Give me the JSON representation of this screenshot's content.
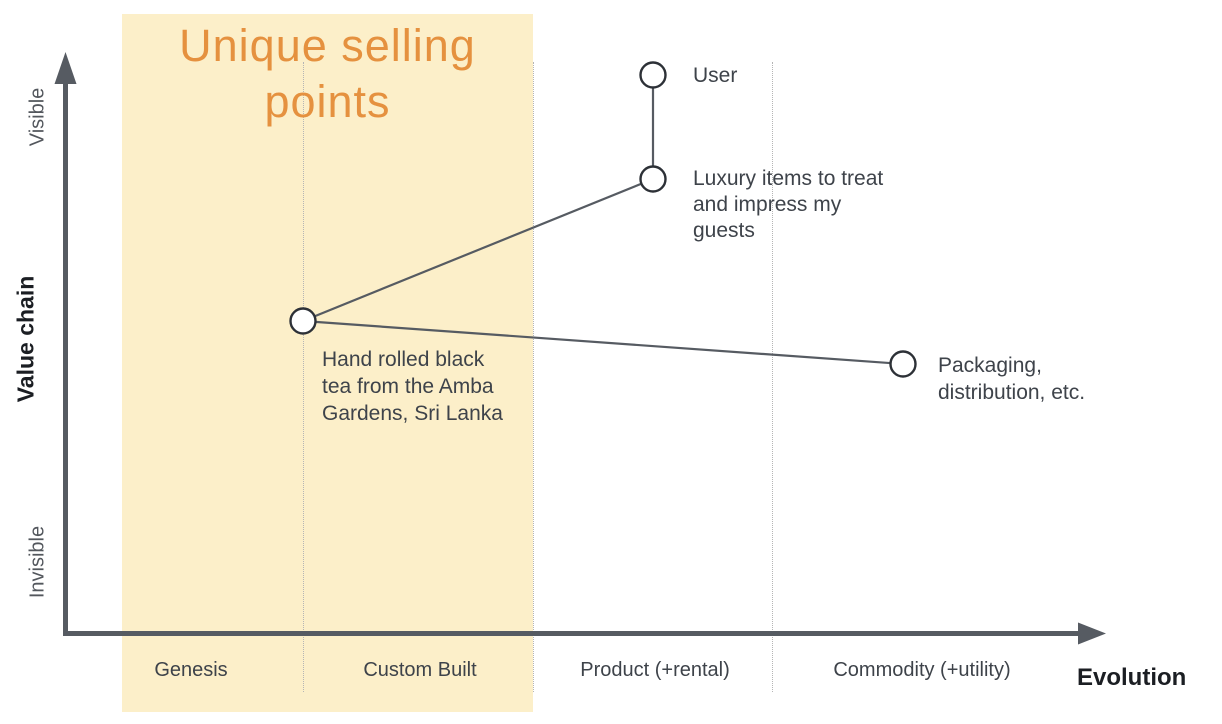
{
  "title": {
    "text": "Unique selling points"
  },
  "y_axis": {
    "label": "Value chain",
    "top_label": "Visible",
    "bottom_label": "Invisible"
  },
  "x_axis": {
    "label": "Evolution",
    "stages": [
      "Genesis",
      "Custom Built",
      "Product (+rental)",
      "Commodity (+utility)"
    ]
  },
  "nodes": [
    {
      "id": "user",
      "label": "User"
    },
    {
      "id": "luxury",
      "label": "Luxury items to treat and impress my guests"
    },
    {
      "id": "tea",
      "label": "Hand rolled black tea from the Amba Gardens, Sri Lanka"
    },
    {
      "id": "packaging",
      "label": "Packaging, distribution, etc."
    }
  ],
  "edges": [
    {
      "from": "user",
      "to": "luxury"
    },
    {
      "from": "luxury",
      "to": "tea"
    },
    {
      "from": "tea",
      "to": "packaging"
    }
  ],
  "colors": {
    "band_background": "#fcefc9",
    "title_orange": "#e5913f",
    "axis_gray": "#565b62",
    "node_stroke": "#2d3137",
    "label_text": "#3e434a",
    "bold_text": "#1b1e23",
    "dotted_line": "#b5b5b5"
  }
}
